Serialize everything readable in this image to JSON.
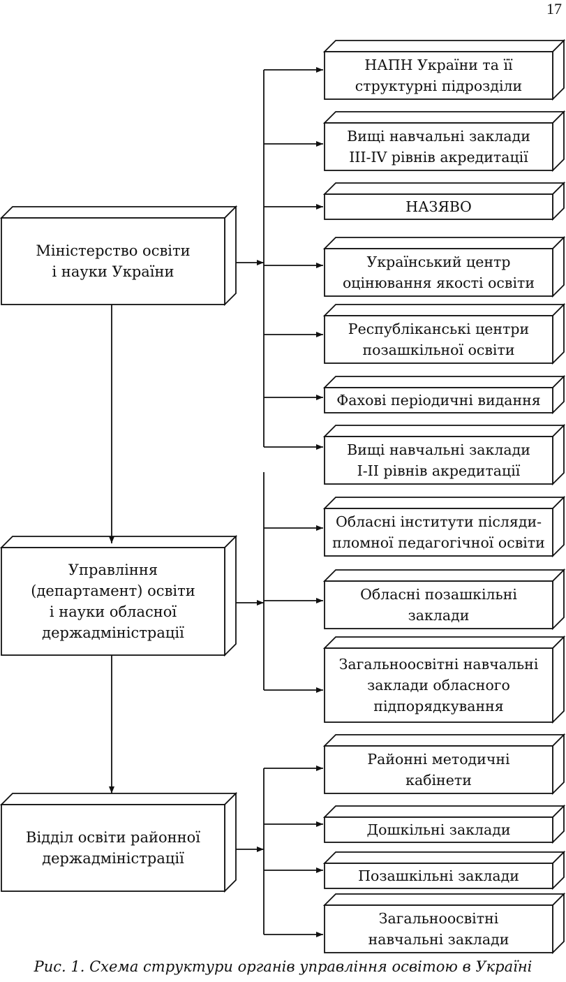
{
  "page_number": "17",
  "caption": "Рис. 1. Схема структури органів управління освітою в Україні",
  "levels": [
    {
      "label": "Міністерство освіти\nі науки України",
      "children": [
        "НАПН України та її\nструктурні підрозділи",
        "Вищі навчальні заклади\nIII-IV рівнів акредитації",
        "НАЗЯВО",
        "Український центр\nоцінювання якості освіти",
        "Республіканські центри\nпозашкільної освіти",
        "Фахові періодичні видання",
        "Вищі навчальні заклади\nI-II рівнів акредитації"
      ]
    },
    {
      "label": "Управління\n(департамент) освіти\nі науки обласної\nдержадміністрації",
      "children": [
        "Обласні інститути післяди-\nпломної педагогічної освіти",
        "Обласні позашкільні\nзаклади",
        "Загальноосвітні навчальні\nзаклади обласного\nпідпорядкування"
      ]
    },
    {
      "label": "Відділ освіти районної\nдержадміністрації",
      "children": [
        "Районні методичні\nкабінети",
        "Дошкільні заклади",
        "Позашкільні заклади",
        "Загальноосвітні\nнавчальні заклади"
      ]
    }
  ]
}
